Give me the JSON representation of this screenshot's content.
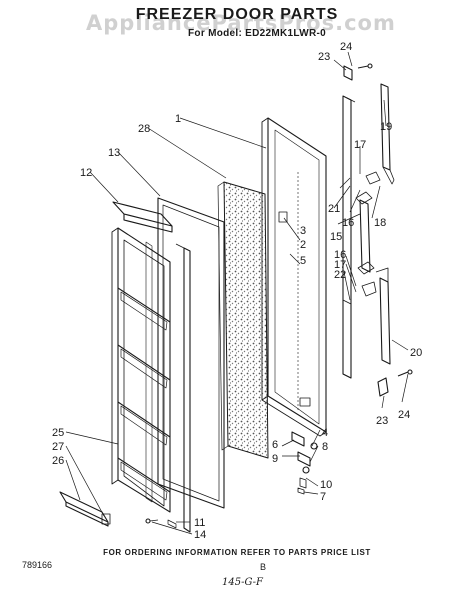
{
  "header": {
    "watermark": "AppliancePartsPros.com",
    "title": "FREEZER DOOR PARTS",
    "model_line": "For Model: ED22MK1LWR-0"
  },
  "callouts": {
    "c1": "1",
    "c2": "2",
    "c3": "3",
    "c4": "4",
    "c5": "5",
    "c6": "6",
    "c7": "7",
    "c8": "8",
    "c9": "9",
    "c10": "10",
    "c11": "11",
    "c12": "12",
    "c13": "13",
    "c14": "14",
    "c15": "15",
    "c16a": "16",
    "c16b": "16",
    "c17a": "17",
    "c17b": "17",
    "c18": "18",
    "c19": "19",
    "c20": "20",
    "c21": "21",
    "c22": "22",
    "c23a": "23",
    "c23b": "23",
    "c24a": "24",
    "c24b": "24",
    "c25": "25",
    "c26": "26",
    "c27": "27",
    "c28": "28"
  },
  "footer": {
    "ordering_note": "FOR ORDERING INFORMATION REFER TO PARTS PRICE LIST",
    "doc_number": "789166",
    "revision": "B",
    "handwritten": "145-G-F"
  },
  "colors": {
    "ink": "#1a1a1a",
    "watermark": "#969696"
  }
}
